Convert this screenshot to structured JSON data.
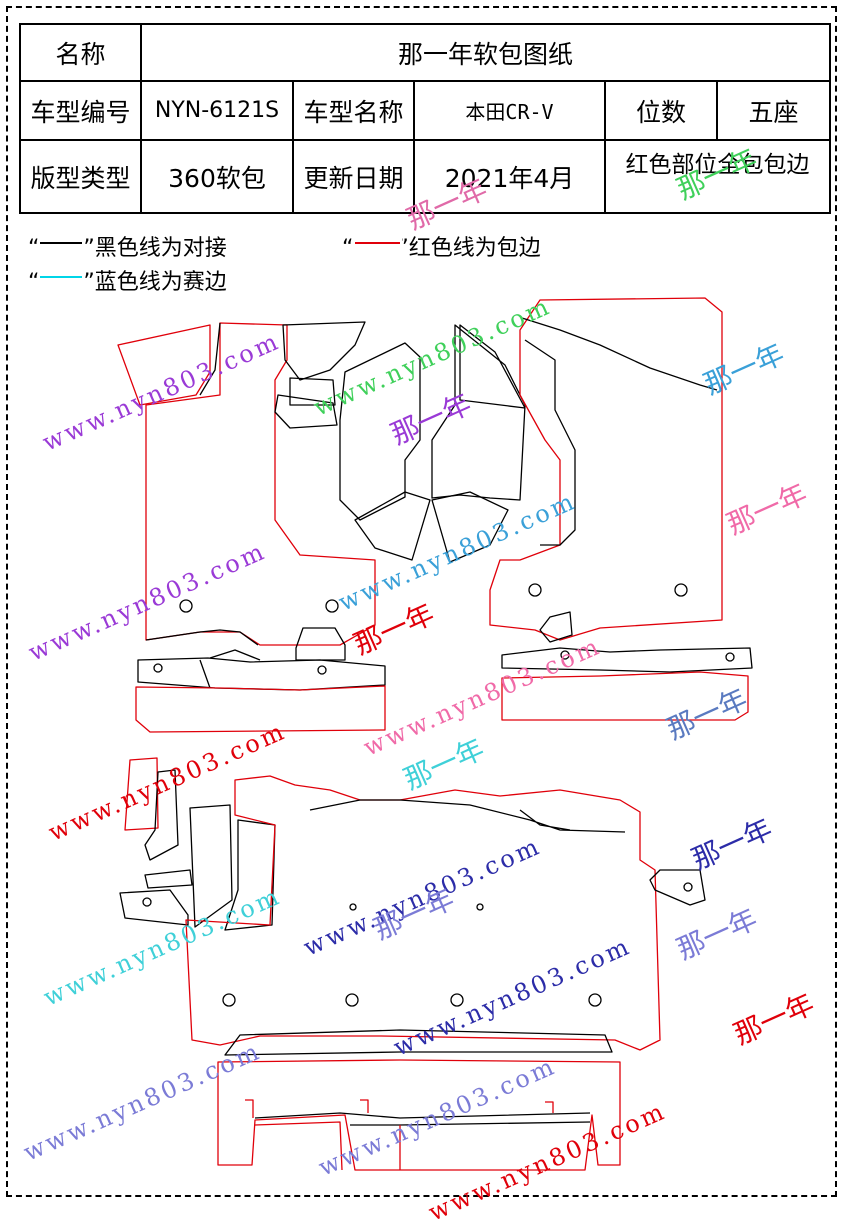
{
  "table": {
    "r1_label": "名称",
    "r1_value": "那一年软包图纸",
    "r2_label": "车型编号",
    "r2_code": "NYN-6121S",
    "r2_name_label": "车型名称",
    "r2_name": "本田CR-V",
    "r2_seat_label": "位数",
    "r2_seat": "五座",
    "r3_label": "版型类型",
    "r3_type": "360软包",
    "r3_date_label": "更新日期",
    "r3_date": "2021年4月",
    "r3_note": "红色部位全包包边"
  },
  "legend": {
    "black": "“——”黑色线为对接",
    "red": "“——”红色线为包边",
    "blue": "“——”蓝色线为赛边",
    "colors": {
      "black": "#000000",
      "red": "#e0000a",
      "blue": "#00d5e8"
    }
  },
  "watermarks": {
    "url": "www.nyn803.com",
    "brand": "那一年",
    "colors": [
      "#9a3ad6",
      "#2c2ca8",
      "#e0000a",
      "#f06aa8",
      "#3fd05a",
      "#3aa0d8",
      "#7b7bd6"
    ]
  }
}
